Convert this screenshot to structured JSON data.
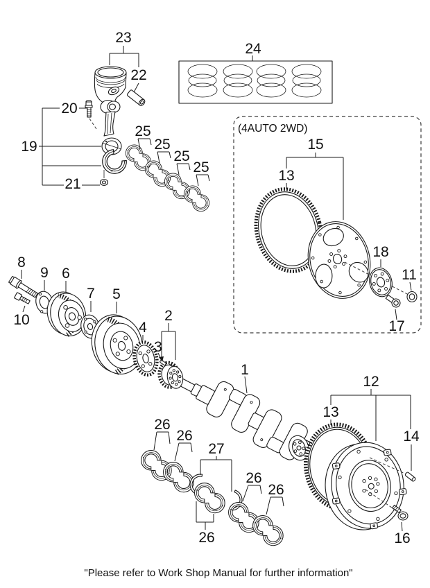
{
  "colors": {
    "ink": "#1a1a1a",
    "background": "#ffffff",
    "dash": "#3a3a3a"
  },
  "caption": "\"Please refer to Work Shop Manual for further information\"",
  "inset": {
    "label": "(4AUTO 2WD)"
  },
  "callouts": {
    "crankshaft": "1",
    "crankshaft_sprocket": "2",
    "key": "3",
    "timing_gear": "4",
    "damper_pulley": "5",
    "pulley": "6",
    "hub": "7",
    "front_bolt": "8",
    "front_plate": "9",
    "front_small_bolt": "10",
    "rear_washer": "11",
    "flywheel": "12",
    "ring_gear": "13",
    "dowel_pin": "14",
    "drive_plate": "15",
    "flywheel_bolt": "16",
    "drive_plate_bolt": "17",
    "drive_plate_adapter": "18",
    "connecting_rod": "19",
    "rod_bolt": "20",
    "rod_nut": "21",
    "piston_pin": "22",
    "piston": "23",
    "piston_ring_set": "24",
    "rod_bearing": "25",
    "main_bearing": "26",
    "thrust_bearing": "27"
  }
}
